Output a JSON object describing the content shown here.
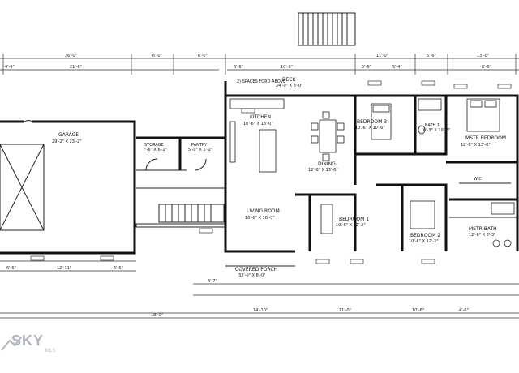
{
  "rooms": {
    "garage": {
      "name": "GARAGE",
      "size": "29'-2\" X 23'-2\""
    },
    "storage": {
      "name": "STORAGE",
      "size": "7'-6\" X 6'-2\""
    },
    "pantry": {
      "name": "PANTRY",
      "size": "5'-0\" X 5'-2\""
    },
    "kitchen": {
      "name": "KITCHEN",
      "size": "10'-6\" X 13'-0\""
    },
    "deck": {
      "name": "DECK",
      "size": "24'-0\" X 8'-0\""
    },
    "dining": {
      "name": "DINING",
      "size": "12'-6\" X 13'-6\""
    },
    "living": {
      "name": "LIVING ROOM",
      "size": "16'-0\" X 16'-3\""
    },
    "porch": {
      "name": "COVERED PORCH",
      "size": "33'-0\" X 8'-0\""
    },
    "bedroom1": {
      "name": "BEDROOM 1",
      "size": "10'-6\" X 12'-2\""
    },
    "bedroom2": {
      "name": "BEDROOM 2",
      "size": "10'-6\" X 12'-2\""
    },
    "bedroom3": {
      "name": "BEDROOM 3",
      "size": "10'-6\" X 10'-6\""
    },
    "bath1": {
      "name": "BATH 1",
      "size": "6'-3\" X 10'-3\""
    },
    "mstr_bed": {
      "name": "MSTR BEDROOM",
      "size": "12'-0\" X 13'-8\""
    },
    "mstr_bath": {
      "name": "MSTR BATH",
      "size": "12'-6\" X 8'-3\""
    },
    "wic": {
      "name": "WIC"
    }
  },
  "notes": {
    "deck_note": "2) SPACES FORD ABOVE"
  },
  "top_dims": [
    "26'-0\"",
    "6'-0\"",
    "6'-0\"",
    "10'-9\"",
    "11'-0\"",
    "5'-6\"",
    "13'-0\""
  ],
  "sub_dims": [
    "4'-6\"",
    "21'-6\"",
    "6'-6\"",
    "5'-6\"",
    "5'-4\"",
    "8'-0\""
  ],
  "bottom_dims": [
    "6'-6\"",
    "12'-11\"",
    "6'-6\"",
    "4'-7\"",
    "14'-10\"",
    "11'-0\"",
    "10'-6\"",
    "4'-6\"",
    "18'-0\""
  ],
  "logo": {
    "brand": "SKY",
    "sub": "MLS"
  }
}
